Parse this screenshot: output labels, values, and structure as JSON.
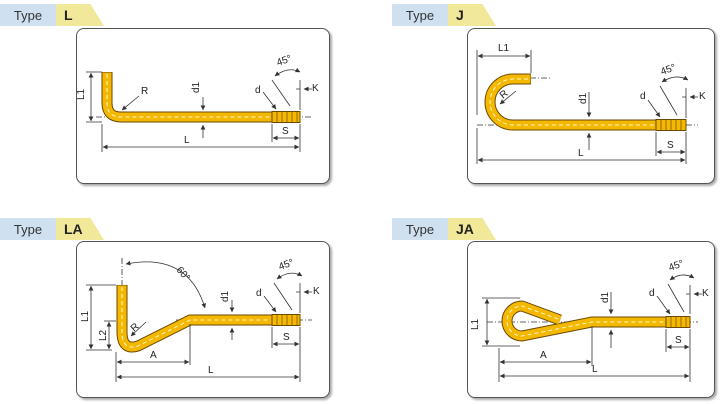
{
  "type_label": "Type",
  "panels": [
    {
      "id": "L",
      "type": "L",
      "dims": {
        "L1": "L1",
        "R": "R",
        "d1": "d1",
        "d": "d",
        "angle": "45°",
        "K": "K",
        "S": "S",
        "L": "L"
      }
    },
    {
      "id": "J",
      "type": "J",
      "dims": {
        "L1": "L1",
        "R": "R",
        "d1": "d1",
        "d": "d",
        "angle": "45°",
        "K": "K",
        "S": "S",
        "L": "L"
      }
    },
    {
      "id": "LA",
      "type": "LA",
      "dims": {
        "L1": "L1",
        "L2": "L2",
        "R": "R",
        "angle60": "60°",
        "d1": "d1",
        "d": "d",
        "angle": "45°",
        "K": "K",
        "S": "S",
        "A": "A",
        "L": "L"
      }
    },
    {
      "id": "JA",
      "type": "JA",
      "dims": {
        "L1": "L1",
        "d1": "d1",
        "d": "d",
        "angle": "45°",
        "K": "K",
        "S": "S",
        "A": "A",
        "L": "L"
      }
    }
  ]
}
